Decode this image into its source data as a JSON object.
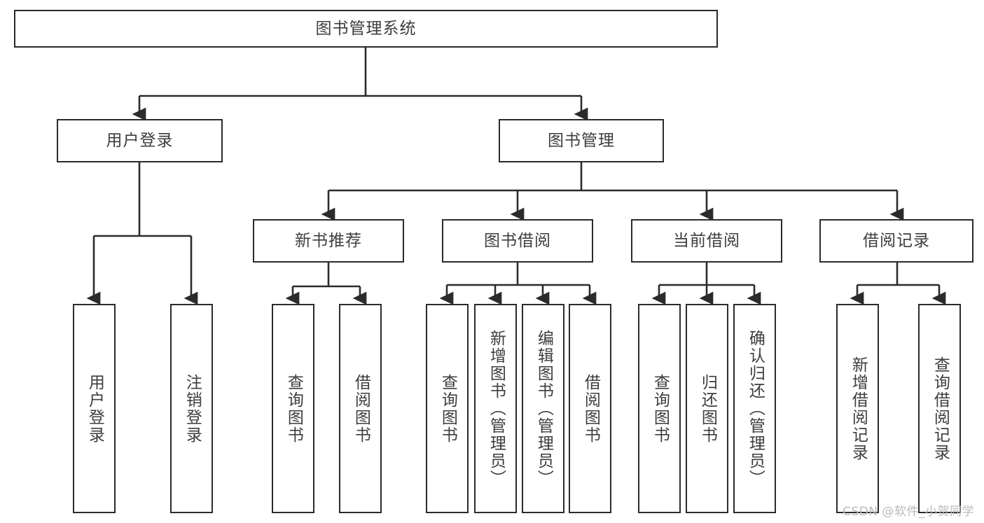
{
  "diagram": {
    "title": "图书管理系统",
    "watermark": "CSDN @软件_小贺同学",
    "colors": {
      "box_border": "#2b2b2b",
      "text": "#3d3d3d",
      "edge": "#2b2b2b",
      "background": "#ffffff",
      "watermark": "#b9b9b9"
    },
    "nodes": {
      "root": "图书管理系统",
      "user_login": "用户登录",
      "book_manage": "图书管理",
      "new_book_rec": "新书推荐",
      "book_borrow": "图书借阅",
      "current_borrow": "当前借阅",
      "borrow_record": "借阅记录",
      "leaf_user_login": "用户登录",
      "leaf_logout_login": "注销登录",
      "leaf_query_book_1": "查询图书",
      "leaf_borrow_book_1": "借阅图书",
      "leaf_query_book_2": "查询图书",
      "leaf_add_book_admin": "新增图书（管理员）",
      "leaf_edit_book_admin": "编辑图书（管理员）",
      "leaf_borrow_book_2": "借阅图书",
      "leaf_query_book_3": "查询图书",
      "leaf_return_book": "归还图书",
      "leaf_confirm_return_admin": "确认归还（管理员）",
      "leaf_add_borrow_record": "新增借阅记录",
      "leaf_query_borrow_record": "查询借阅记录"
    }
  }
}
